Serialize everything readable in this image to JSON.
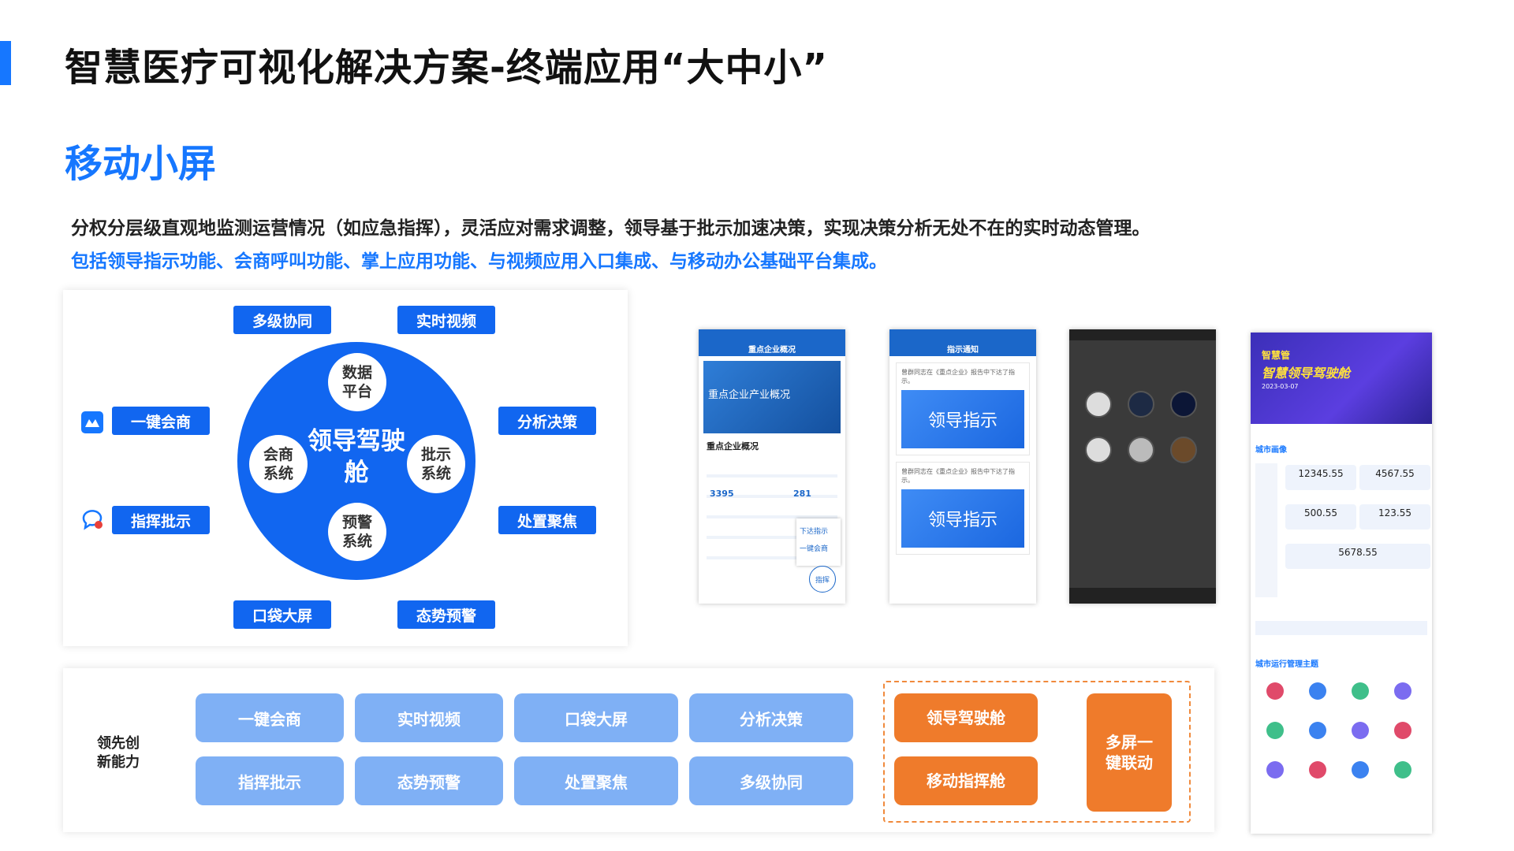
{
  "title": "智慧医疗可视化解决方案-终端应用“大中小”",
  "section_title": "移动小屏",
  "description": {
    "line1": "分权分层级直观地监测运营情况（如应急指挥），灵活应对需求调整，领导基于批示加速决策，实现决策分析无处不在的实时动态管理。",
    "line2": "包括领导指示功能、会商呼叫功能、掌上应用功能、与视频应用入口集成、与移动办公基础平台集成。"
  },
  "diagram": {
    "center": "领导驾驶舱",
    "nodes": {
      "top": "数据平台",
      "left": "会商系统",
      "right": "批示系统",
      "bottom": "预警系统"
    },
    "tags": {
      "top_left": "多级协同",
      "top_right": "实时视频",
      "mid_left_top": "一键会商",
      "mid_left_bottom": "指挥批示",
      "mid_right_top": "分析决策",
      "mid_right_bottom": "处置聚焦",
      "bottom_left": "口袋大屏",
      "bottom_right": "态势预警"
    }
  },
  "phones": {
    "p1": {
      "header": "重点企业概况",
      "banner": "重点企业产业概况",
      "sub": "重点企业概况",
      "stat1": "3395",
      "stat2": "281",
      "action1": "下达指示",
      "action2": "一键会商",
      "fab": "指挥"
    },
    "p2": {
      "header": "指示通知",
      "meta": "曾群同志在《重点企业》报告中下达了指示。",
      "card": "领导指示"
    },
    "p4": {
      "brand": "智慧管",
      "title": "智慧领导驾驶舱",
      "date": "2023-03-07",
      "section1": "城市画像",
      "section2": "城市运行管理主题",
      "stats": [
        "12345.55",
        "4567.55",
        "500.55",
        "123.55",
        "5678.55"
      ]
    }
  },
  "capabilities": {
    "label": "领先创新能力",
    "items": [
      "一键会商",
      "实时视频",
      "口袋大屏",
      "分析决策",
      "指挥批示",
      "态势预警",
      "处置聚焦",
      "多级协同"
    ],
    "highlight": [
      "领导驾驶舱",
      "移动指挥舱"
    ],
    "multi": "多屏一键联动"
  },
  "colors": {
    "primary": "#1166f0",
    "light_blue": "#7fb0f5",
    "orange": "#ef7b2b"
  }
}
